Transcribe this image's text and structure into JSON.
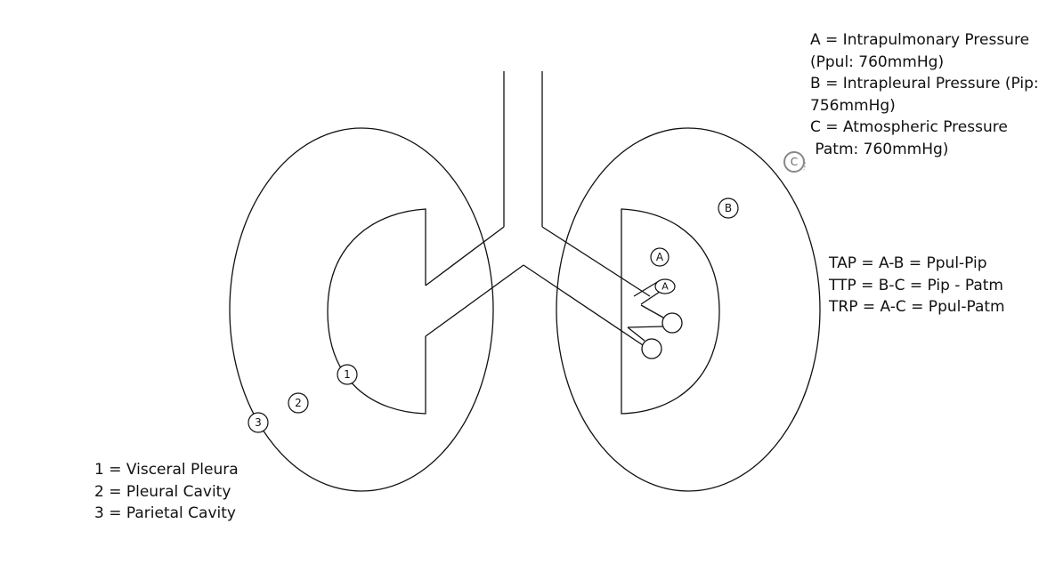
{
  "legend_top": [
    "A = Intrapulmonary Pressure",
    "(Ppul: 760mmHg)",
    "B = Intrapleural Pressure (Pip:",
    "756mmHg)",
    "C = Atmospheric Pressure",
    " Patm: 760mmHg)"
  ],
  "legend_equations": [
    "TAP = A-B = Ppul-Pip",
    "TTP = B-C = Pip - Patm",
    "TRP = A-C = Ppul-Patm"
  ],
  "legend_bottom": [
    "1 = Visceral Pleura",
    "2 = Pleural Cavity",
    "3 = Parietal Cavity"
  ],
  "markers": {
    "one": "1",
    "two": "2",
    "three": "3",
    "a_upper": "A",
    "a_lower": "A",
    "b": "B",
    "c": "C"
  },
  "colors": {
    "stroke": "#111111",
    "c_marker": "#888888"
  }
}
